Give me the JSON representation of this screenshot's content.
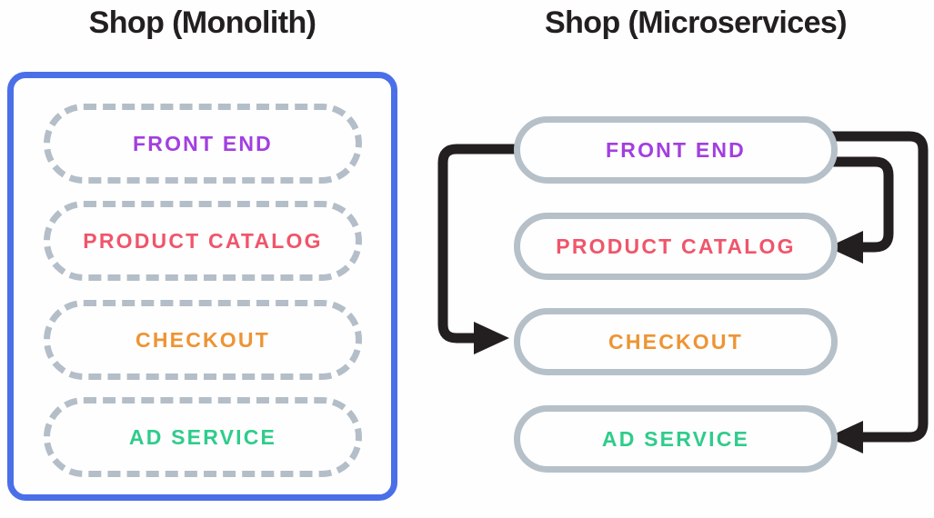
{
  "panels": [
    {
      "id": "monolith",
      "title": "Shop (Monolith)",
      "style": "dashed",
      "border_color": "#4A6FE8",
      "services": [
        {
          "label": "FRONT END",
          "color": "#A23FE0"
        },
        {
          "label": "PRODUCT CATALOG",
          "color": "#F0556B"
        },
        {
          "label": "CHECKOUT",
          "color": "#EE9433"
        },
        {
          "label": "AD SERVICE",
          "color": "#2FCC8B"
        }
      ]
    },
    {
      "id": "microservices",
      "title": "Shop (Microservices)",
      "style": "solid",
      "border_color": "#B6C0C9",
      "services": [
        {
          "label": "FRONT END",
          "color": "#A23FE0"
        },
        {
          "label": "PRODUCT CATALOG",
          "color": "#F0556B"
        },
        {
          "label": "CHECKOUT",
          "color": "#EE9433"
        },
        {
          "label": "AD SERVICE",
          "color": "#2FCC8B"
        }
      ]
    }
  ],
  "connections": [
    {
      "from": "FRONT END",
      "to": "CHECKOUT",
      "route": "left-loop"
    },
    {
      "from": "FRONT END",
      "to": "PRODUCT CATALOG",
      "route": "right-inner-loop"
    },
    {
      "from": "FRONT END",
      "to": "AD SERVICE",
      "route": "right-outer-loop"
    }
  ],
  "colors": {
    "background": "#FEFEFE",
    "title_text": "#231F20",
    "dashed_outline": "#B4BEC8",
    "solid_outline": "#B6C0C9",
    "monolith_border": "#4A6FE8",
    "arrow": "#231F20",
    "front_end": "#A23FE0",
    "product_catalog": "#F0556B",
    "checkout": "#EE9433",
    "ad_service": "#2FCC8B"
  }
}
